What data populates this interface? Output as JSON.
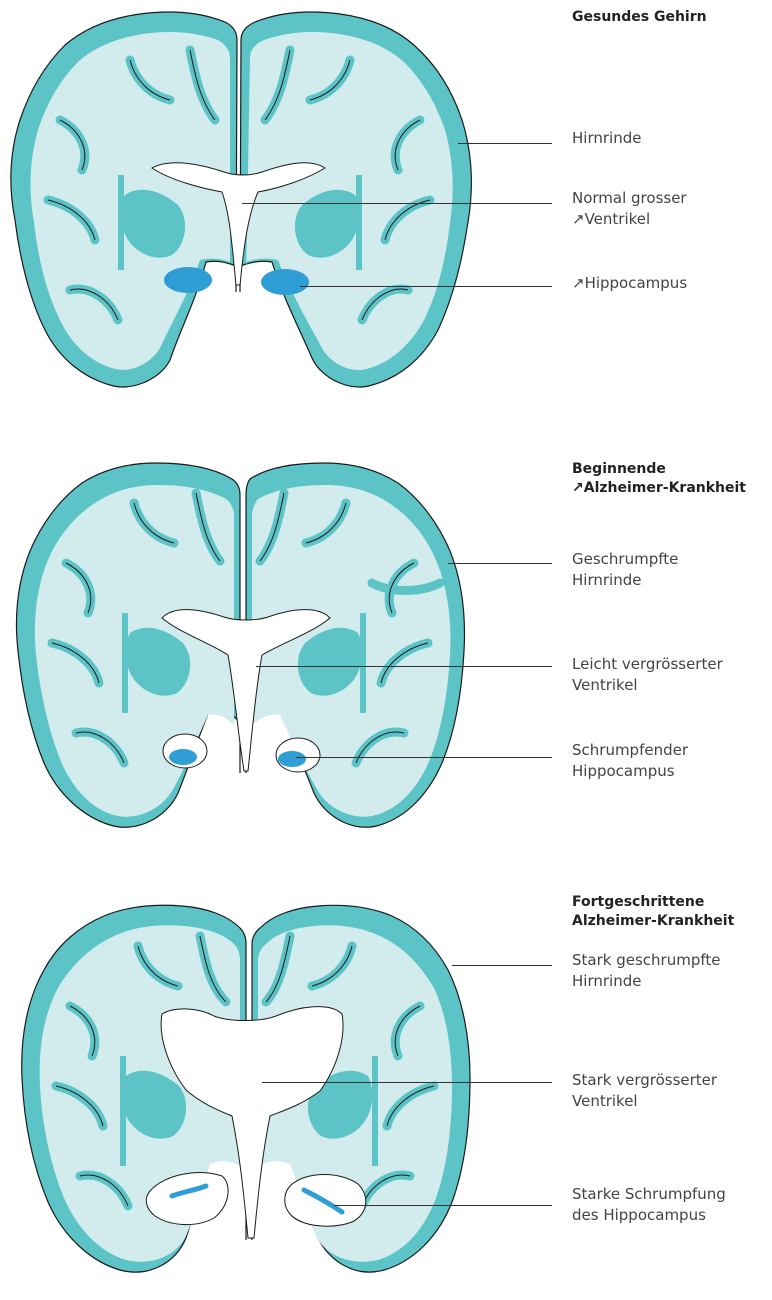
{
  "colors": {
    "cortex": "#5cc4c6",
    "white_matter": "#d2ecee",
    "outline": "#1a1a1a",
    "hippocampus": "#2e9ed4",
    "ventricle": "#ffffff"
  },
  "panels": [
    {
      "heading_lines": [
        "Gesundes Gehirn"
      ],
      "labels": [
        {
          "lines": [
            "Hirnrinde"
          ]
        },
        {
          "lines": [
            "Normal grosser",
            "↗Ventrikel"
          ]
        },
        {
          "lines": [
            "↗Hippocampus"
          ]
        }
      ]
    },
    {
      "heading_lines": [
        "Beginnende",
        "↗Alzheimer-Krankheit"
      ],
      "labels": [
        {
          "lines": [
            "Geschrumpfte",
            "Hirnrinde"
          ]
        },
        {
          "lines": [
            "Leicht vergrösserter",
            "Ventrikel"
          ]
        },
        {
          "lines": [
            "Schrumpfender",
            "Hippocampus"
          ]
        }
      ]
    },
    {
      "heading_lines": [
        "Fortgeschrittene",
        "Alzheimer-Krankheit"
      ],
      "labels": [
        {
          "lines": [
            "Stark geschrumpfte",
            "Hirnrinde"
          ]
        },
        {
          "lines": [
            "Stark vergrösserter",
            "Ventrikel"
          ]
        },
        {
          "lines": [
            "Starke Schrumpfung",
            "des Hippocampus"
          ]
        }
      ]
    }
  ]
}
